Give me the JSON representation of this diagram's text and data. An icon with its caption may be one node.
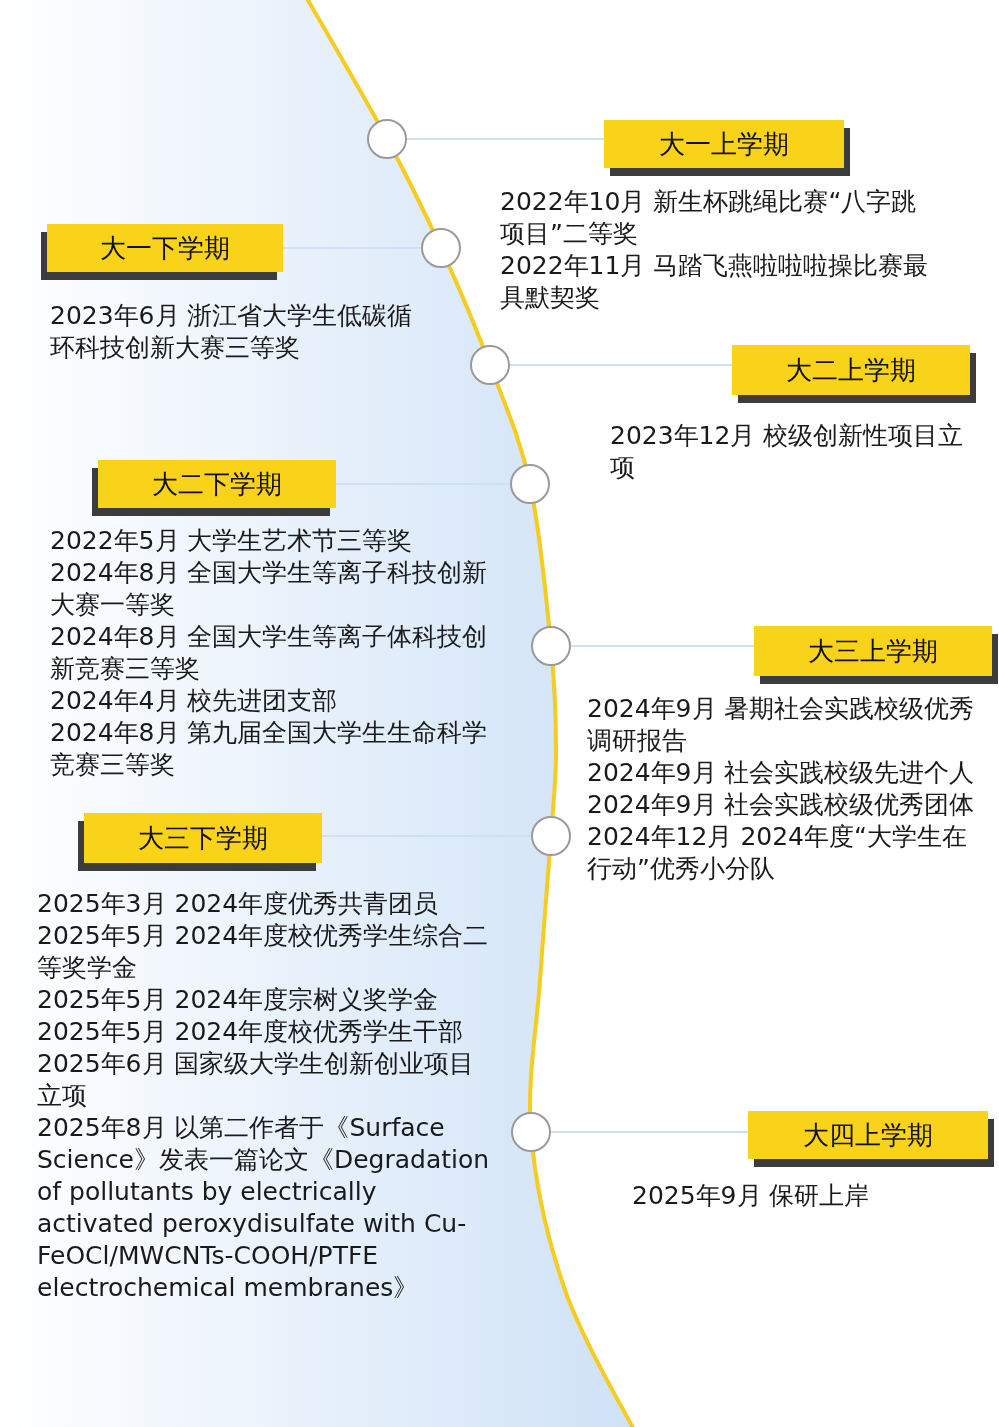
{
  "diagram": {
    "nodes": [
      {
        "text": [],
        "shape": "circle"
      },
      {
        "text": [
          "大一上学期"
        ],
        "beside": [
          "2022年10月 新生杯跳绳比赛“八字跳项目”二等奖",
          "2022年11月 马踏飞燕啦啦啦操比赛最具默契奖"
        ]
      },
      {
        "text": [],
        "shape": "circle"
      },
      {
        "text": [
          "大一下学期"
        ],
        "beside": [
          "2023年6月 浙江省大学生低碳循环科技创新大赛三等奖"
        ]
      },
      {
        "text": [],
        "shape": "circle"
      },
      {
        "text": [
          "大二上学期"
        ],
        "beside": [
          "2023年12月 校级创新性项目立项"
        ]
      },
      {
        "text": [],
        "shape": "circle"
      },
      {
        "text": [
          "大二下学期"
        ],
        "beside": [
          "2022年5月 大学生艺术节三等奖",
          "2024年8月 全国大学生等离子科技创新大赛一等奖",
          "2024年8月 全国大学生等离子体科技创新竞赛三等奖",
          "2024年4月 校先进团支部",
          "2024年8月 第九届全国大学生生命科学竞赛三等奖"
        ]
      },
      {
        "text": [],
        "shape": "circle"
      },
      {
        "text": [
          "大三上学期"
        ],
        "beside": [
          "2024年9月 暑期社会实践校级优秀调研报告",
          "2024年9月 社会实践校级先进个人",
          "2024年9月 社会实践校级优秀团体",
          "2024年12月 2024年度“大学生在行动”优秀小分队"
        ]
      },
      {
        "text": [],
        "shape": "circle"
      },
      {
        "text": [
          "大三下学期"
        ],
        "beside": [
          "2025年3月 2024年度优秀共青团员",
          "2025年5月 2024年度校优秀学生综合二等奖学金",
          "2025年5月 2024年度宗树义奖学金",
          "2025年5月 2024年度校优秀学生干部",
          "2025年6月 国家级大学生创新创业项目立项",
          "2025年8月 以第二作者于《Surface Science》发表一篇论文《Degradation of pollutants by electrically activated peroxydisulfate with Cu-FeOCl/MWCNTs-COOH/PTFE electrochemical membranes》"
        ]
      },
      {
        "text": [],
        "shape": "circle"
      },
      {
        "text": [
          "大四上学期"
        ],
        "beside": [
          "2025年9月 保研上岸"
        ]
      }
    ],
    "edges": [
      {
        "from": 0,
        "to": 1,
        "arrow": "none"
      },
      {
        "from": 2,
        "to": 3,
        "arrow": "none"
      },
      {
        "from": 4,
        "to": 5,
        "arrow": "none"
      },
      {
        "from": 6,
        "to": 7,
        "arrow": "none"
      },
      {
        "from": 8,
        "to": 9,
        "arrow": "none"
      },
      {
        "from": 10,
        "to": 11,
        "arrow": "none"
      },
      {
        "from": 12,
        "to": 13,
        "arrow": "none"
      }
    ]
  }
}
